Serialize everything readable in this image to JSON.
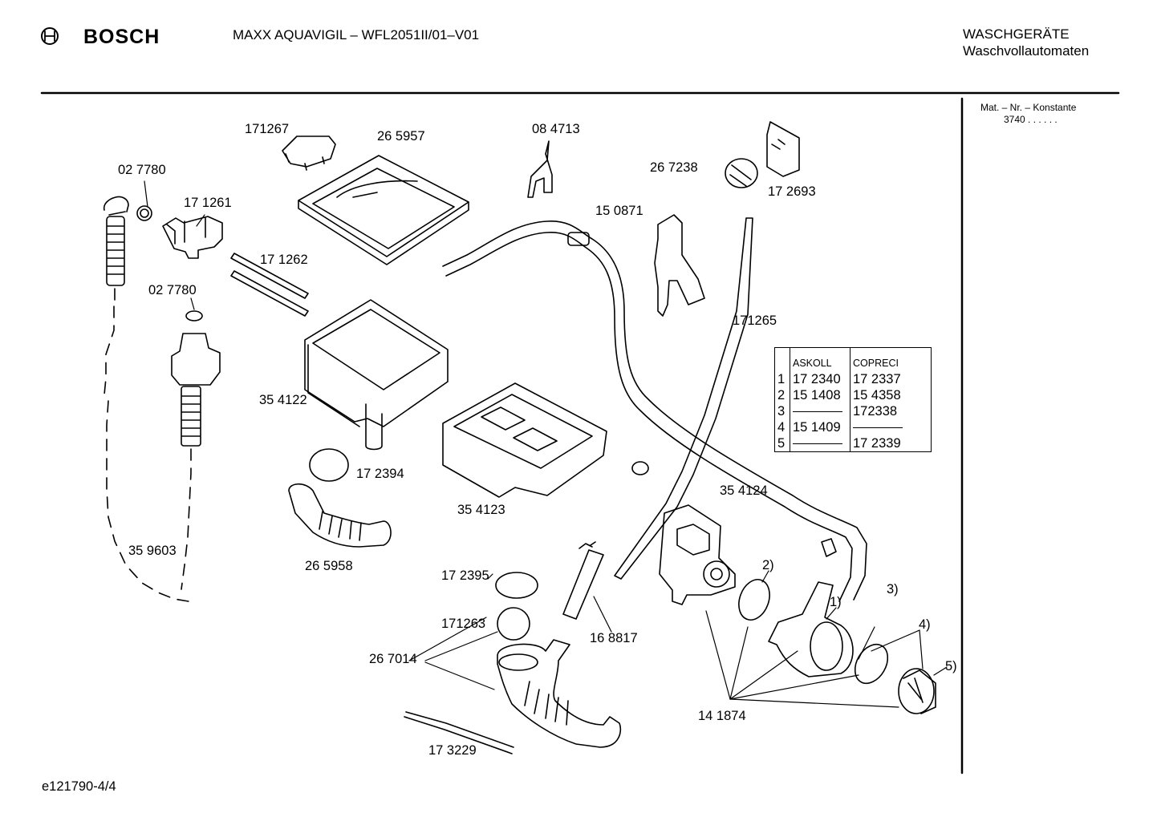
{
  "header": {
    "brand": "BOSCH",
    "model": "MAXX AQUAVIGIL – WFL2051II/01–V01",
    "category": "WASCHGERÄTE",
    "subcategory": "Waschvollautomaten"
  },
  "side_note": {
    "label": "Mat. – Nr. – Konstante",
    "value": "3740  .  .    .  .  .  ."
  },
  "footer": {
    "doc_id": "e121790-4/4"
  },
  "parts": [
    {
      "id": "p171267",
      "label": "171267"
    },
    {
      "id": "p265957",
      "label": "26 5957"
    },
    {
      "id": "p084713",
      "label": "08 4713"
    },
    {
      "id": "p267238",
      "label": "26 7238"
    },
    {
      "id": "p172693",
      "label": "17 2693"
    },
    {
      "id": "p027780a",
      "label": "02 7780"
    },
    {
      "id": "p171261",
      "label": "17 1261"
    },
    {
      "id": "p150871",
      "label": "15 0871"
    },
    {
      "id": "p171262",
      "label": "17 1262"
    },
    {
      "id": "p027780b",
      "label": "02 7780"
    },
    {
      "id": "p171265",
      "label": "171265"
    },
    {
      "id": "p354122",
      "label": "35 4122"
    },
    {
      "id": "p172394",
      "label": "17 2394"
    },
    {
      "id": "p354123",
      "label": "35 4123"
    },
    {
      "id": "p354124",
      "label": "35 4124"
    },
    {
      "id": "p359603",
      "label": "35 9603"
    },
    {
      "id": "p265958",
      "label": "26 5958"
    },
    {
      "id": "p172395",
      "label": "17 2395"
    },
    {
      "id": "p171263",
      "label": "171263"
    },
    {
      "id": "p168817",
      "label": "16 8817"
    },
    {
      "id": "p267014",
      "label": "26 7014"
    },
    {
      "id": "p141874",
      "label": "14 1874"
    },
    {
      "id": "p173229",
      "label": "17 3229"
    },
    {
      "id": "n1",
      "label": "1)"
    },
    {
      "id": "n2",
      "label": "2)"
    },
    {
      "id": "n3",
      "label": "3)"
    },
    {
      "id": "n4",
      "label": "4)"
    },
    {
      "id": "n5",
      "label": "5)"
    }
  ],
  "variant_table": {
    "headers": [
      "",
      "ASKOLL",
      "COPRECI"
    ],
    "rows": [
      [
        "1",
        "17 2340",
        "17 2337"
      ],
      [
        "2",
        "15 1408",
        "15 4358"
      ],
      [
        "3",
        "",
        "172338"
      ],
      [
        "4",
        "15 1409",
        ""
      ],
      [
        "5",
        "",
        "17 2339"
      ]
    ]
  }
}
